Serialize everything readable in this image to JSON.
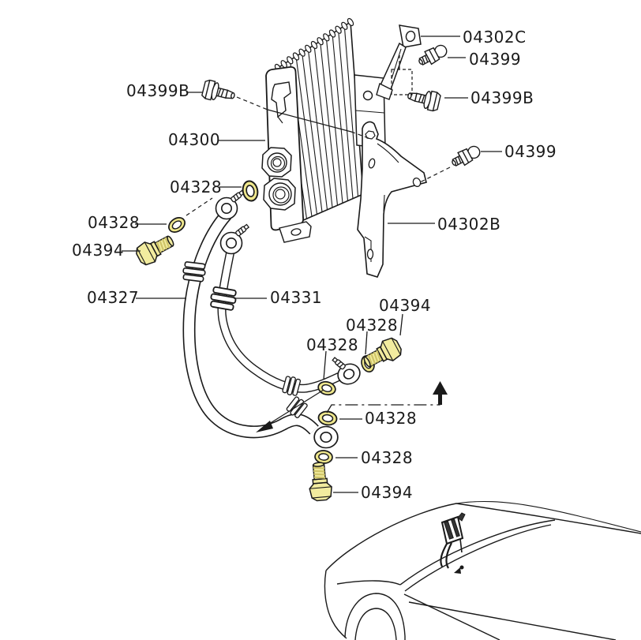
{
  "diagram": {
    "type": "parts-exploded-diagram",
    "subject": "engine oil cooler, hoses and attaching hardware with vehicle location sketch",
    "background": "#ffffff",
    "colors": {
      "line": "#1a1a1a",
      "highlight_fill": "#f2ec9f",
      "highlight_shade": "#cfc468",
      "label_text": "#1a1a1a"
    },
    "icons": {
      "flow_arrow_up": "direction-arrow-up",
      "flow_arrow_left": "direction-arrow-left"
    }
  },
  "labels": [
    {
      "id": "04399B-upper-left",
      "text": "04399B"
    },
    {
      "id": "04300-oil-cooler",
      "text": "04300"
    },
    {
      "id": "04328-at-port",
      "text": "04328"
    },
    {
      "id": "04328-left",
      "text": "04328"
    },
    {
      "id": "04394-left",
      "text": "04394"
    },
    {
      "id": "04327-hose",
      "text": "04327"
    },
    {
      "id": "04331-tube",
      "text": "04331"
    },
    {
      "id": "04302C-bracket",
      "text": "04302C"
    },
    {
      "id": "04399-upper-right",
      "text": "04399"
    },
    {
      "id": "04399B-right",
      "text": "04399B"
    },
    {
      "id": "04399-middle",
      "text": "04399"
    },
    {
      "id": "04302B-bracket",
      "text": "04302B"
    },
    {
      "id": "04394-middle",
      "text": "04394"
    },
    {
      "id": "04328-mid-upper",
      "text": "04328"
    },
    {
      "id": "04328-mid-lower",
      "text": "04328"
    },
    {
      "id": "04328-bottom-1",
      "text": "04328"
    },
    {
      "id": "04328-bottom-2",
      "text": "04328"
    },
    {
      "id": "04394-bottom",
      "text": "04394"
    }
  ]
}
